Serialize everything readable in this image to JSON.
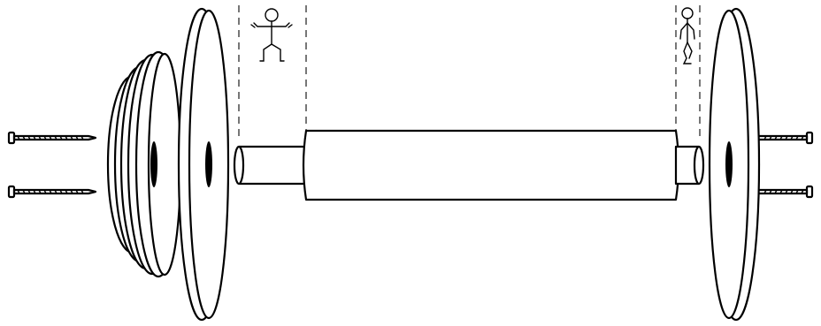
{
  "diagram": {
    "type": "exploded-assembly",
    "parts": [
      {
        "name": "screw",
        "count": 4
      },
      {
        "name": "stepped-hub-disc",
        "count": 1
      },
      {
        "name": "flat-disc",
        "count": 2
      },
      {
        "name": "roller-tube",
        "count": 1
      }
    ],
    "annotations": [
      {
        "icon": "person-arms-out-icon"
      },
      {
        "icon": "person-arms-down-icon"
      }
    ]
  }
}
